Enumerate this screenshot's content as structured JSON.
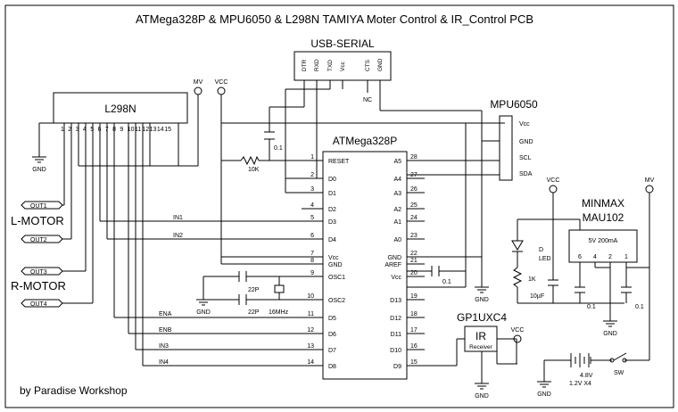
{
  "title": "ATMega328P & MPU6050 & L298N TAMIYA Moter Control & IR_Control PCB",
  "credit": "by Paradise Workshop",
  "chips": {
    "atmega": {
      "name": "ATMega328P",
      "left_pins": [
        "RESET",
        "D0",
        "D1",
        "D2",
        "D3",
        "D4",
        "Vcc",
        "GND",
        "OSC1",
        "OSC2",
        "D5",
        "D6",
        "D7",
        "D8"
      ],
      "left_nums": [
        "1",
        "2",
        "3",
        "4",
        "5",
        "6",
        "7",
        "8",
        "9",
        "10",
        "11",
        "12",
        "13",
        "14"
      ],
      "right_pins": [
        "A5",
        "A4",
        "A3",
        "A2",
        "A1",
        "A0",
        "GND",
        "AREF",
        "Vcc",
        "D13",
        "D12",
        "D11",
        "D10",
        "D9"
      ],
      "right_nums": [
        "28",
        "27",
        "26",
        "25",
        "24",
        "23",
        "22",
        "21",
        "20",
        "19",
        "18",
        "17",
        "16",
        "15"
      ]
    },
    "l298n": {
      "name": "L298N",
      "pins": [
        "1",
        "2",
        "3",
        "4",
        "5",
        "6",
        "7",
        "8",
        "9",
        "10",
        "11",
        "12",
        "13",
        "14",
        "15"
      ]
    },
    "usb": {
      "name": "USB-SERIAL",
      "pins": [
        "DTR",
        "RXD",
        "TXD",
        "Vcc",
        "CTS",
        "GND"
      ],
      "nc": "NC"
    },
    "mpu": {
      "name": "MPU6050",
      "pins": [
        "Vcc",
        "GND",
        "SCL",
        "SDA"
      ]
    },
    "reg": {
      "name1": "MINMAX",
      "name2": "MAU102",
      "rating": "5V 200mA",
      "pins": [
        "6",
        "4",
        "2",
        "1"
      ]
    },
    "ir": {
      "name": "GP1UXC4",
      "label": "IR",
      "sub": "Receiver"
    }
  },
  "outs": [
    "OUT1",
    "OUT2",
    "OUT3",
    "OUT4"
  ],
  "motors": [
    "L-MOTOR",
    "R-MOTOR"
  ],
  "nets": [
    "IN1",
    "IN2",
    "ENA",
    "ENB",
    "IN3",
    "IN4"
  ],
  "power": {
    "vcc": "VCC",
    "mv": "MV",
    "gnd": "GND",
    "nc": "NC"
  },
  "parts": {
    "r_reset": "10K",
    "c_dtr": "0.1",
    "c_aref": "0.1",
    "c22a": "22P",
    "c22b": "22P",
    "xtal": "16MHz",
    "led": "D",
    "led2": "LED",
    "r_led": "1K",
    "c_el": "10µF",
    "c_reg1": "0.1",
    "c_reg2": "0.1",
    "batt1": "4.8V",
    "batt2": "1.2V X4",
    "sw": "SW"
  }
}
